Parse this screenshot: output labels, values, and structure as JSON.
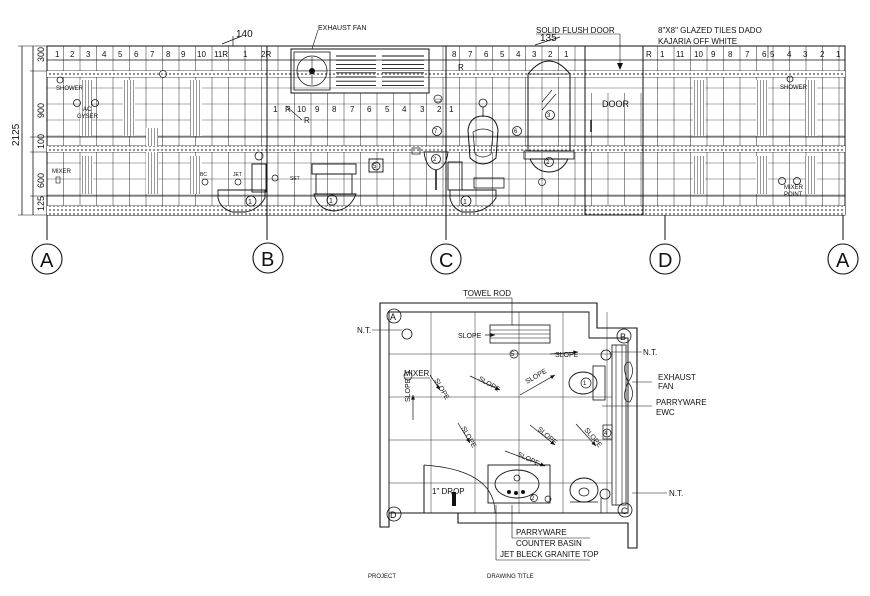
{
  "elevation": {
    "tile_numbers_left": [
      "1",
      "2",
      "3",
      "4",
      "5",
      "6",
      "7",
      "8",
      "9",
      "10",
      "11R",
      "1",
      "2R"
    ],
    "tile_numbers_mid": [
      "8",
      "7",
      "6",
      "5",
      "4",
      "3",
      "2",
      "1"
    ],
    "tile_numbers_right": [
      "R",
      "1",
      "11",
      "10",
      "9",
      "8",
      "7",
      "6",
      "5",
      "4",
      "3",
      "2",
      "1"
    ],
    "row_dims": [
      "300",
      "900",
      "100",
      "600",
      "125"
    ],
    "total_height": "2125",
    "dim_140": "140",
    "dim_135": "135",
    "exhaust_fan_label": "EXHAUST FAN",
    "solid_flush_door_label": "SOLID FLUSH DOOR",
    "tiles_label_1": "8\"X8\" GLAZED TILES DADO",
    "tiles_label_2": "KAJARIA OFF WHITE",
    "door_label": "DOOR",
    "shower_left": "SHOWER",
    "shower_right": "SHOWER",
    "ac_gyser_1": "AC",
    "ac_gyser_2": "GYSER",
    "mixer_left": "MIXER",
    "mixer_point_1": "MIXER",
    "mixer_point_2": "POINT",
    "bc": "BC",
    "jet": "JET",
    "set": "SET",
    "r_mark": "R",
    "inner_seq": [
      "1",
      "R",
      "10",
      "9",
      "8",
      "7",
      "6",
      "5",
      "4",
      "3",
      "2",
      "1"
    ],
    "fixture_tags": [
      "1",
      "1",
      "2",
      "3",
      "4",
      "5",
      "6",
      "7"
    ],
    "grid_markers": [
      "A",
      "B",
      "C",
      "D",
      "A"
    ]
  },
  "plan": {
    "towel_rod": "TOWEL ROD",
    "nt_left": "N.T.",
    "nt_right_top": "N.T.",
    "nt_right_bottom": "N.T.",
    "slopes": [
      "SLOPE",
      "SLOPE",
      "SLOPE",
      "SLOPE",
      "SLOPE",
      "SLOPE",
      "SLOPE",
      "SLOPE",
      "SLOPE"
    ],
    "mixer": "MIXER",
    "exhaust_1": "EXHAUST",
    "exhaust_2": "FAN",
    "parryware_1": "PARRYWARE",
    "parryware_2": "EWC",
    "drop": "1\" DROP",
    "counter_1": "PARRYWARE",
    "counter_2": "COUNTER BASIN",
    "granite": "JET BLECK GRANITE TOP",
    "corner_a": "A",
    "corner_b": "B",
    "corner_c": "C",
    "corner_d": "D",
    "tags": [
      "1",
      "2",
      "3",
      "4",
      "5"
    ]
  },
  "footer": {
    "project": "PROJECT",
    "drawing_title": "DRAWING TITLE"
  }
}
